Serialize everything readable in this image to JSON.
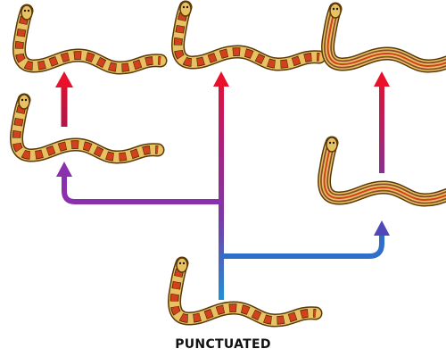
{
  "caption": "PUNCTUATED",
  "snakes": [
    {
      "id": "ancestor",
      "pattern": "spotted"
    },
    {
      "id": "left-middle",
      "pattern": "spotted"
    },
    {
      "id": "left-top",
      "pattern": "spotted"
    },
    {
      "id": "center-top",
      "pattern": "spotted"
    },
    {
      "id": "right-middle",
      "pattern": "striped"
    },
    {
      "id": "right-top",
      "pattern": "striped"
    }
  ],
  "colors": {
    "arrow_red": "#e8102a",
    "arrow_purple": "#8a2fae",
    "arrow_blue": "#2f6fc9",
    "snake_body": "#e8c262",
    "snake_outline": "#5a3808",
    "snake_spot": "#d2401c",
    "snake_spot_ring": "#3b2208",
    "snake_stripe": "#8a4b2c"
  }
}
